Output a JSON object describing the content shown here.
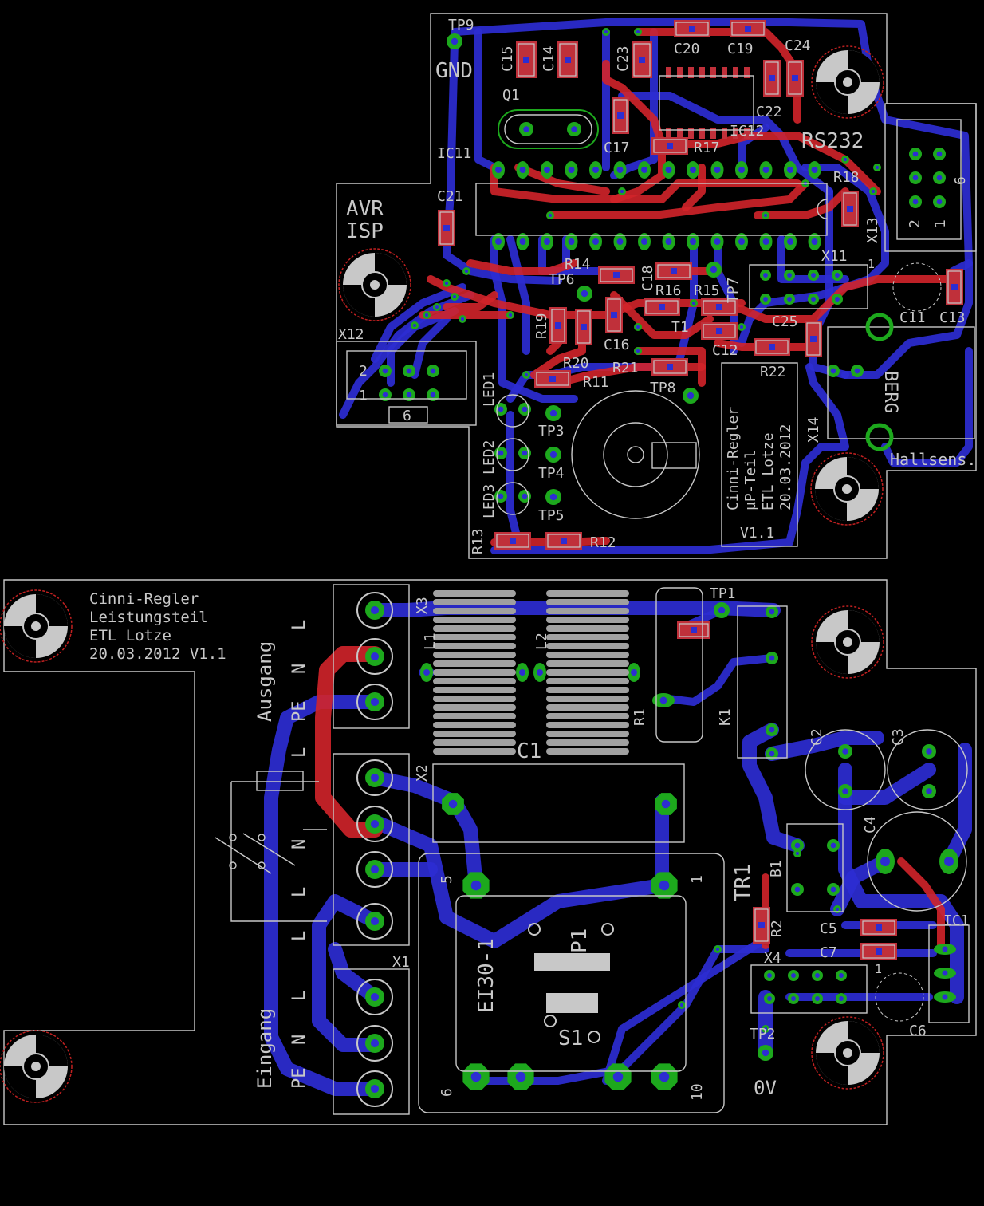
{
  "colors": {
    "background": "#000000",
    "top_copper": "#d2232a",
    "bottom_copper": "#2d2dd2",
    "pads": "#1da81d",
    "silkscreen": "#c8c8c8"
  },
  "upper_board": {
    "title_lines": [
      "Cinni-Regler",
      "µP-Teil",
      "ETL Lotze",
      "20.03.2012"
    ],
    "version": "V1.1",
    "labels": {
      "avr": "AVR",
      "isp": "ISP",
      "gnd": "GND",
      "rs232": "RS232",
      "hallsens": "Hallsens."
    },
    "connector_pins": {
      "x12_row_top": "2",
      "x12_row_bottom": "1",
      "x12_key": "6",
      "x13_pin2": "2",
      "x13_pin1": "1",
      "x13_pin6": "6",
      "x11_pin1": "1"
    },
    "designators": [
      "TP9",
      "C15",
      "C14",
      "C23",
      "C20",
      "C19",
      "C24",
      "Q1",
      "C22",
      "IC12",
      "C17",
      "R17",
      "IC11",
      "C21",
      "R18",
      "X13",
      "R14",
      "TP6",
      "C18",
      "R16",
      "R15",
      "TP7",
      "X11",
      "C11",
      "C13",
      "R19",
      "T1",
      "C25",
      "X12",
      "C16",
      "C12",
      "R20",
      "R21",
      "R22",
      "R11",
      "TP8",
      "LED1",
      "X14",
      "TP3",
      "LED2",
      "TP4",
      "LED3",
      "TP5",
      "R13",
      "R12"
    ]
  },
  "lower_board": {
    "title_lines": [
      "Cinni-Regler",
      "Leistungsteil",
      "ETL Lotze",
      "20.03.2012 V1.1"
    ],
    "labels": {
      "ausgang": "Ausgang",
      "eingang": "Eingang",
      "transformer": "EI30-1",
      "zero_volt": "0V",
      "pin5": "5",
      "pin1": "1",
      "pin6": "6",
      "pin10": "10",
      "x4_pin1": "1"
    },
    "terminal_labels": {
      "ausgang": [
        "PE",
        "N",
        "L"
      ],
      "x2": [
        "L",
        "N",
        "L",
        "L"
      ],
      "eingang": [
        "PE",
        "N",
        "L"
      ]
    },
    "designators": [
      "X3",
      "TP1",
      "L1",
      "L2",
      "R1",
      "K1",
      "C1",
      "X2",
      "C2",
      "C3",
      "C4",
      "TR1",
      "B1",
      "R2",
      "C5",
      "C7",
      "IC1",
      "X4",
      "X1",
      "P1",
      "S1",
      "TP2",
      "C6"
    ]
  }
}
